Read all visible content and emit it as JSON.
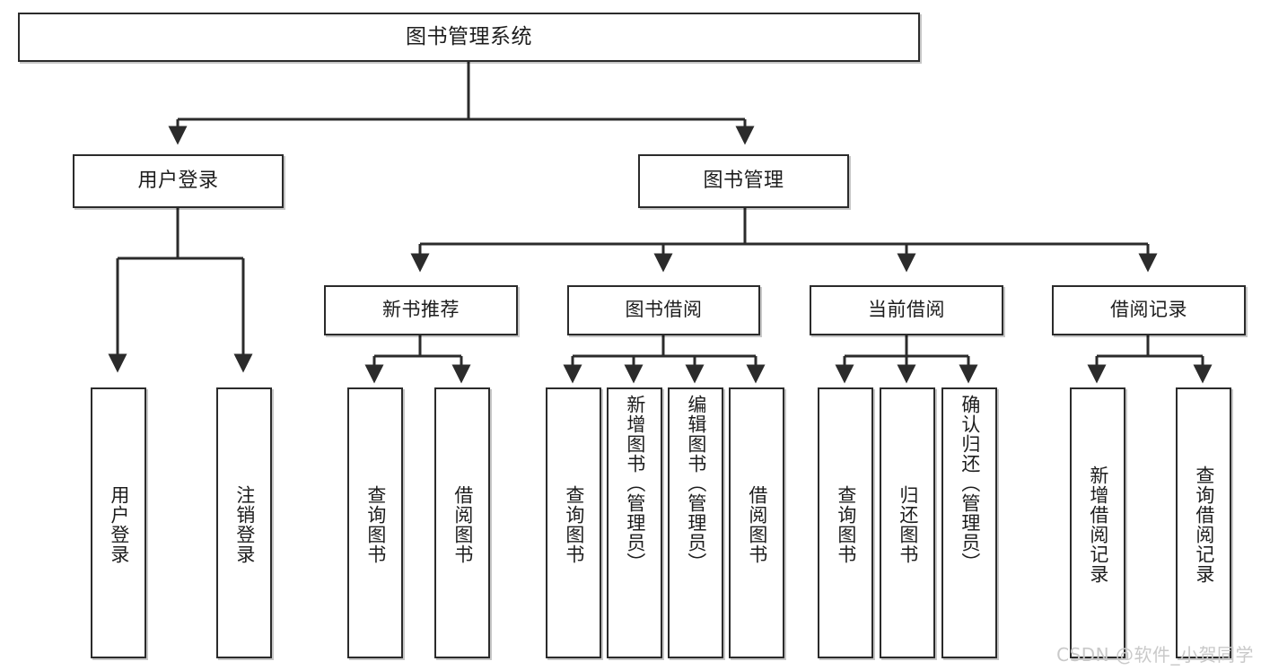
{
  "diagram": {
    "title": "图书管理系统",
    "type": "tree",
    "watermark": "CSDN @软件_小贺同学",
    "colors": {
      "box_border": "#2b2b2b",
      "box_fill": "#ffffff",
      "connector": "#2b2b2b",
      "text": "#1d1d1d",
      "watermark": "#c9c9c9",
      "background": "#ffffff"
    },
    "root": {
      "label": "图书管理系统"
    },
    "level2": [
      {
        "label": "用户登录"
      },
      {
        "label": "图书管理"
      }
    ],
    "level3": [
      {
        "label": "新书推荐"
      },
      {
        "label": "图书借阅"
      },
      {
        "label": "当前借阅"
      },
      {
        "label": "借阅记录"
      }
    ],
    "leaves": {
      "user_login": [
        {
          "label": "用户登录"
        },
        {
          "label": "注销登录"
        }
      ],
      "new_book": [
        {
          "label": "查询图书"
        },
        {
          "label": "借阅图书"
        }
      ],
      "book_borrow": [
        {
          "label": "查询图书"
        },
        {
          "label": "新增图书（管理员）"
        },
        {
          "label": "编辑图书（管理员）"
        },
        {
          "label": "借阅图书"
        }
      ],
      "current_borrow": [
        {
          "label": "查询图书"
        },
        {
          "label": "归还图书"
        },
        {
          "label": "确认归还（管理员）"
        }
      ],
      "borrow_record": [
        {
          "label": "新增借阅记录"
        },
        {
          "label": "查询借阅记录"
        }
      ]
    }
  }
}
